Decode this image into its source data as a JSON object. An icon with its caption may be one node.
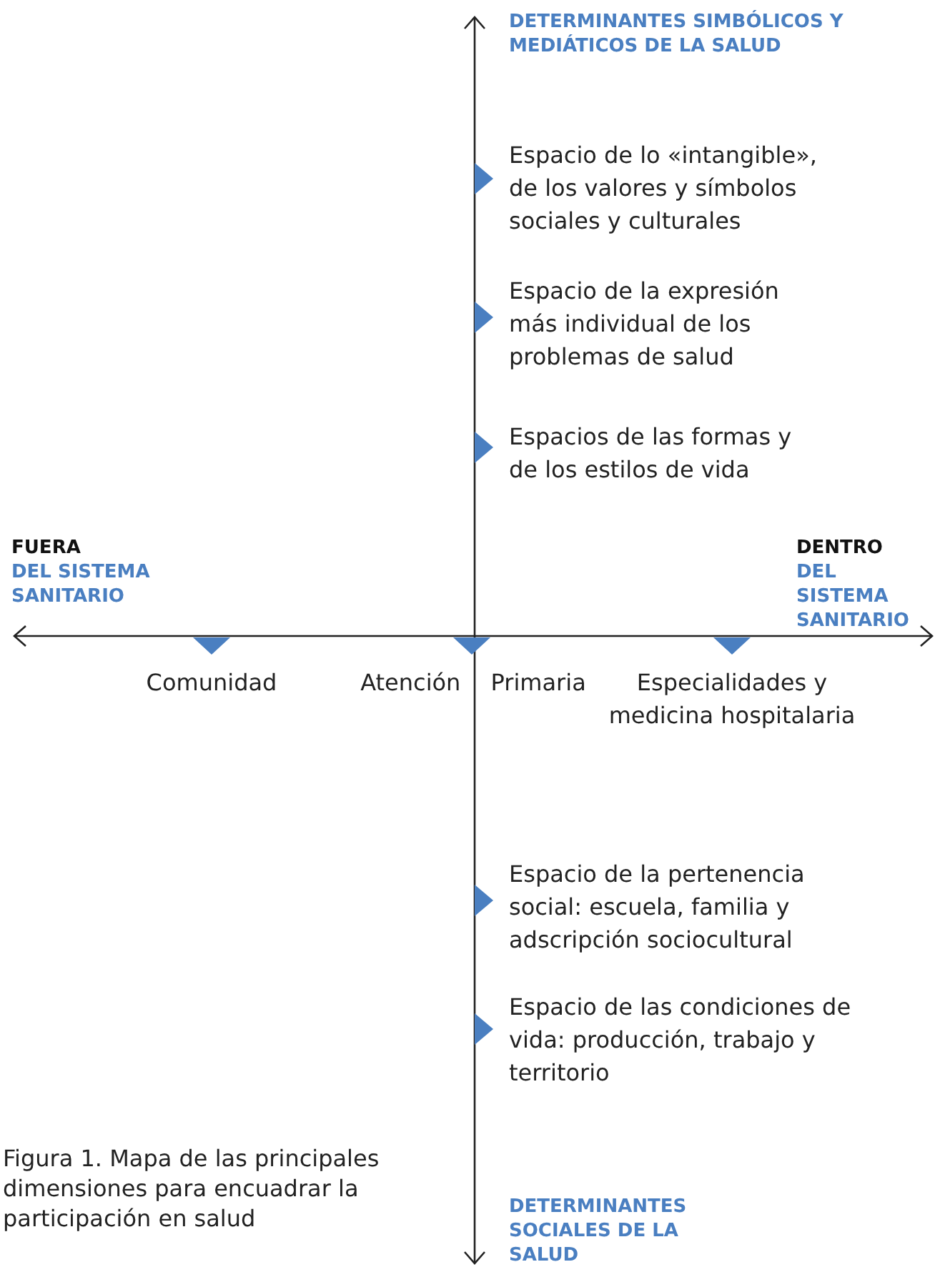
{
  "diagram": {
    "caption": "Figura 1. Mapa de las principales dimensiones para encuadrar la participación en salud",
    "labels": [
      "DETERMINANTES SIMBÓLICOS Y MEDIÁTICOS DE LA SALUD",
      "Espacio de lo «intangible», de los valores y símbolos sociales y culturales",
      "Espacio de la expresión más individual de los problemas de salud",
      "Espacios de las formas y de los estilos de vida",
      "FUERA",
      "DEL SISTEMA SANITARIO",
      "DENTRO",
      "DEL SISTEMA SANITARIO",
      "Comunidad",
      "Atención Primaria",
      "Especialidades y medicina hospitalaria",
      "Espacio de la pertenencia social: escuela, familia y adscripción sociocultural",
      "Espacio de las condiciones de vida: producción, trabajo y territorio",
      "DETERMINANTES SOCIALES DE LA SALUD"
    ]
  }
}
